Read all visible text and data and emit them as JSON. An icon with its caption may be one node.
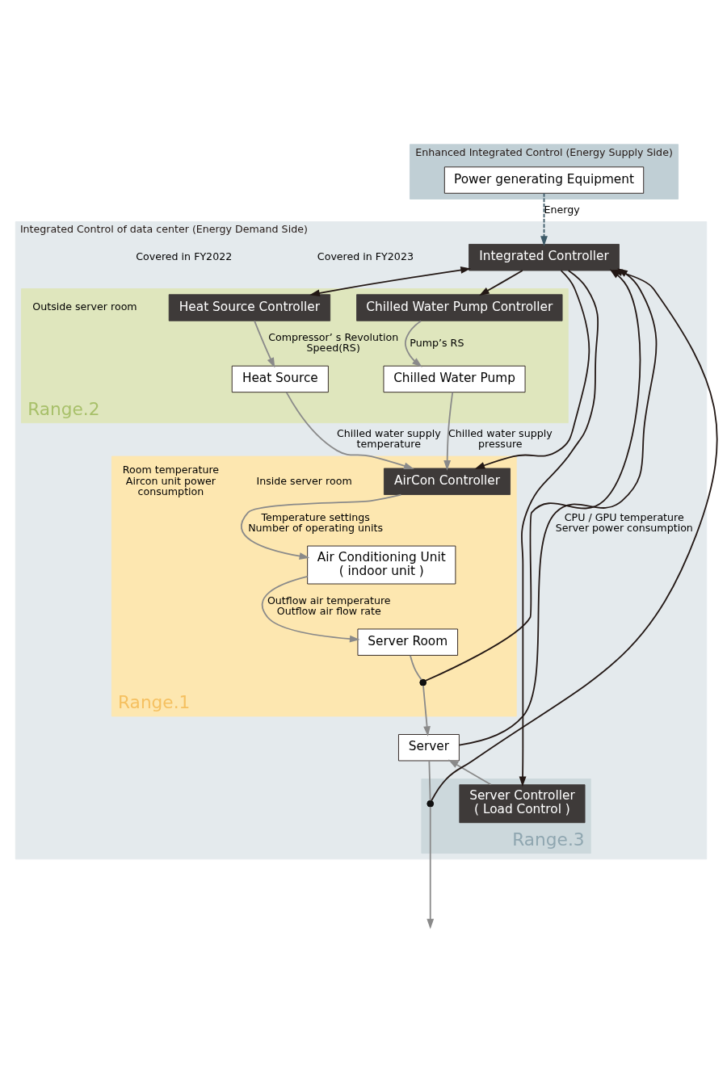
{
  "diagram": {
    "nodes": [
      {
        "text": [
          "Enhanced Integrated Control (Energy Supply Side)"
        ]
      },
      {
        "text": [
          "Power generating Equipment"
        ],
        "in": 0
      },
      {
        "text": [
          "Integrated Control of data center (Energy Demand Side)"
        ]
      },
      {
        "text": [
          "Integrated Controller"
        ],
        "in": 2
      },
      {
        "text": [
          "Range.2"
        ],
        "in": 2
      },
      {
        "text": [
          "Heat Source Controller"
        ],
        "in": 4
      },
      {
        "text": [
          "Chilled Water Pump Controller"
        ],
        "in": 4
      },
      {
        "text": [
          "Heat Source"
        ],
        "in": 4
      },
      {
        "text": [
          "Chilled Water Pump"
        ],
        "in": 4
      },
      {
        "text": [
          "Range.1"
        ],
        "in": 2
      },
      {
        "text": [
          "AirCon Controller"
        ],
        "in": 9
      },
      {
        "text": [
          "Air Conditioning Unit",
          "( indoor unit )"
        ],
        "in": 9
      },
      {
        "text": [
          "Server Room"
        ],
        "in": 9
      },
      {
        "text": [],
        "shape": "circle",
        "in": 9
      },
      {
        "text": [
          "Server"
        ],
        "in": 2
      },
      {
        "text": [
          "Range.3"
        ],
        "in": 2
      },
      {
        "text": [
          "Server Controller",
          "( Load Control )"
        ],
        "in": 15
      },
      {
        "text": [],
        "shape": "circle",
        "in": 15
      }
    ],
    "edges": [
      {
        "from": 1,
        "to": 3,
        "arrow": "to",
        "label": "Energy",
        "style": "dashed",
        "color": "#3d5a68"
      },
      {
        "from": 3,
        "to": 5,
        "arrow": "both",
        "color": "#231815"
      },
      {
        "from": 3,
        "to": 6,
        "arrow": "to",
        "color": "#231815"
      },
      {
        "from": 3,
        "to": 10,
        "arrow": "to",
        "color": "#231815"
      },
      {
        "from": 3,
        "to": 16,
        "arrow": "to",
        "color": "#231815"
      },
      {
        "from": 5,
        "to": 7,
        "arrow": "to",
        "label": "Compressor’ s Revolution Speed(RS)"
      },
      {
        "from": 6,
        "to": 8,
        "arrow": "to",
        "label": "Pump’s RS"
      },
      {
        "from": 7,
        "to": 10,
        "arrow": "to",
        "label": "Chilled water supply temperature"
      },
      {
        "from": 8,
        "to": 10,
        "arrow": "to",
        "label": "Chilled water supply pressure"
      },
      {
        "from": 10,
        "to": 11,
        "arrow": "to",
        "label": "Temperature settings Number of operating units"
      },
      {
        "from": 11,
        "to": 12,
        "arrow": "to",
        "label": "Outflow air temperature Outflow air flow rate"
      },
      {
        "from": 12,
        "to": 13,
        "arrow": "none"
      },
      {
        "from": 13,
        "to": 14,
        "arrow": "to"
      },
      {
        "from": 13,
        "to": 3,
        "arrow": "to",
        "color": "#231815"
      },
      {
        "from": 14,
        "to": 3,
        "arrow": "to",
        "label": "CPU / GPU temperature Server power consumption",
        "color": "#231815"
      },
      {
        "from": 16,
        "to": 14,
        "arrow": "to"
      },
      {
        "from": 14,
        "to": 17,
        "arrow": "none"
      },
      {
        "from": 17,
        "to": 3,
        "arrow": "to",
        "color": "#231815"
      },
      {
        "from": 17,
        "to": null,
        "arrow": "to"
      }
    ],
    "labels": [
      "Outside server room",
      "Inside server room",
      "Covered in FY2023",
      "Covered in FY2022",
      "Room temperature Aircon unit power consumption"
    ]
  }
}
